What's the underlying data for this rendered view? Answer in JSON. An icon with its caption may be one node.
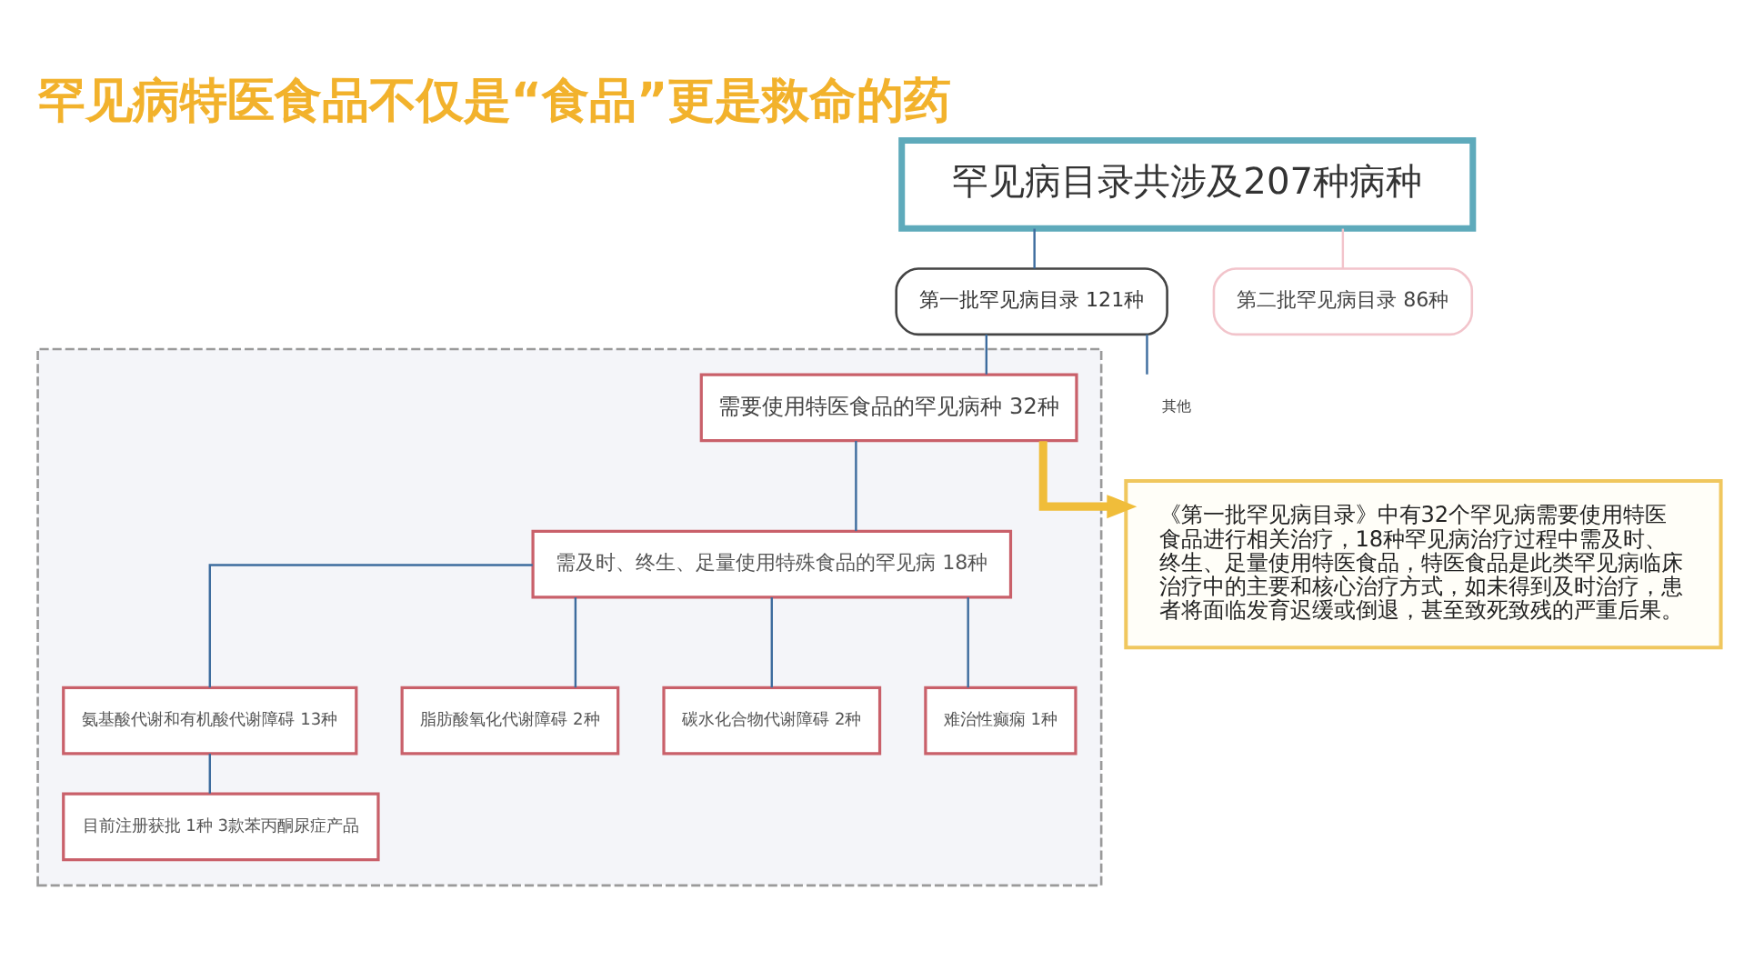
{
  "diagram": {
    "title": "罕见病特医食品不仅是“食品”更是救命的药",
    "nodes": [
      {
        "text": [
          "罕见病目录共涉及207种病种"
        ]
      },
      {
        "text": [
          "第一批罕见病目录 121种"
        ]
      },
      {
        "text": [
          "第二批罕见病目录 86种"
        ]
      },
      {
        "text": [],
        "shape": "box"
      },
      {
        "text": [
          "需要使用特医食品的罕见病种 32种"
        ],
        "in": 3
      },
      {
        "text": [
          "其他"
        ]
      },
      {
        "text": [
          "需及时、终生、足量使用特殊食品的罕见病 18种"
        ],
        "in": 3
      },
      {
        "text": [
          "氨基酸代谢和有机酸代谢障碍 13种"
        ],
        "in": 3
      },
      {
        "text": [
          "脂肪酸氧化代谢障碍 2种"
        ],
        "in": 3
      },
      {
        "text": [
          "碳水化合物代谢障碍 2种"
        ],
        "in": 3
      },
      {
        "text": [
          "难治性癫痫 1种"
        ],
        "in": 3
      },
      {
        "text": [
          "目前注册获批 1种 3款苯丙酮尿症产品"
        ],
        "in": 3
      },
      {
        "text": [
          "《第一批罕见病目录》中有32个罕见病需要使用特医食品进行相关治疗，18种罕见病治疗过程中需及时、终生、足量使用特医食品，特医食品是此类罕见病临床治疗中的主要和核心治疗方式，如未得到及时治疗，患者将面临发育迟缓或倒退，甚至致死致残的严重后果。"
        ]
      }
    ],
    "edges": [
      {
        "from": 0,
        "to": 1,
        "arrow": "none"
      },
      {
        "from": 0,
        "to": 2,
        "arrow": "none",
        "color": "#f2c4cb"
      },
      {
        "from": 1,
        "to": 4,
        "arrow": "none"
      },
      {
        "from": 1,
        "to": 5,
        "arrow": "none"
      },
      {
        "from": 4,
        "to": 6,
        "arrow": "none"
      },
      {
        "from": 6,
        "to": 7,
        "arrow": "none"
      },
      {
        "from": 6,
        "to": 8,
        "arrow": "none"
      },
      {
        "from": 6,
        "to": 9,
        "arrow": "none"
      },
      {
        "from": 6,
        "to": 10,
        "arrow": "none"
      },
      {
        "from": 7,
        "to": 11,
        "arrow": "none"
      },
      {
        "from": 4,
        "to": 12,
        "arrow": "to",
        "style": "thick",
        "color": "#f0bd3a"
      }
    ]
  }
}
